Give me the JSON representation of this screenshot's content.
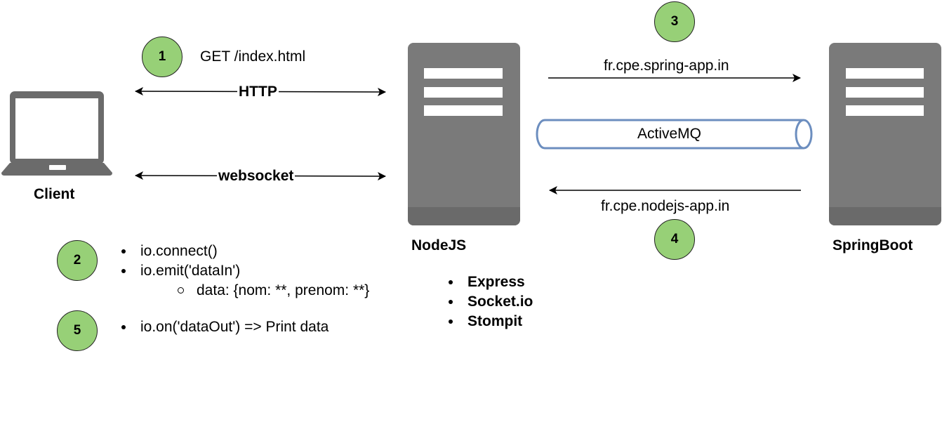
{
  "client": {
    "label": "Client"
  },
  "nodejs": {
    "label": "NodeJS",
    "libs": [
      "Express",
      "Socket.io",
      "Stompit"
    ]
  },
  "springboot": {
    "label": "SpringBoot"
  },
  "steps": [
    "1",
    "2",
    "3",
    "4",
    "5"
  ],
  "http": {
    "request": "GET /index.html",
    "label": "HTTP"
  },
  "websocket": {
    "label": "websocket"
  },
  "step2_items": [
    "io.connect()",
    "io.emit('dataIn')",
    "data: {nom: **, prenom: **}"
  ],
  "step5_items": [
    "io.on('dataOut') => Print data"
  ],
  "queues": {
    "to_spring": "fr.cpe.spring-app.in",
    "to_nodejs": "fr.cpe.nodejs-app.in",
    "broker": "ActiveMQ"
  },
  "colors": {
    "server": "#7a7a7a",
    "server_bar": "#ffffff",
    "badge": "#97d077",
    "pipe_stroke": "#6c8ebf",
    "laptop": "#6b6b6b"
  }
}
